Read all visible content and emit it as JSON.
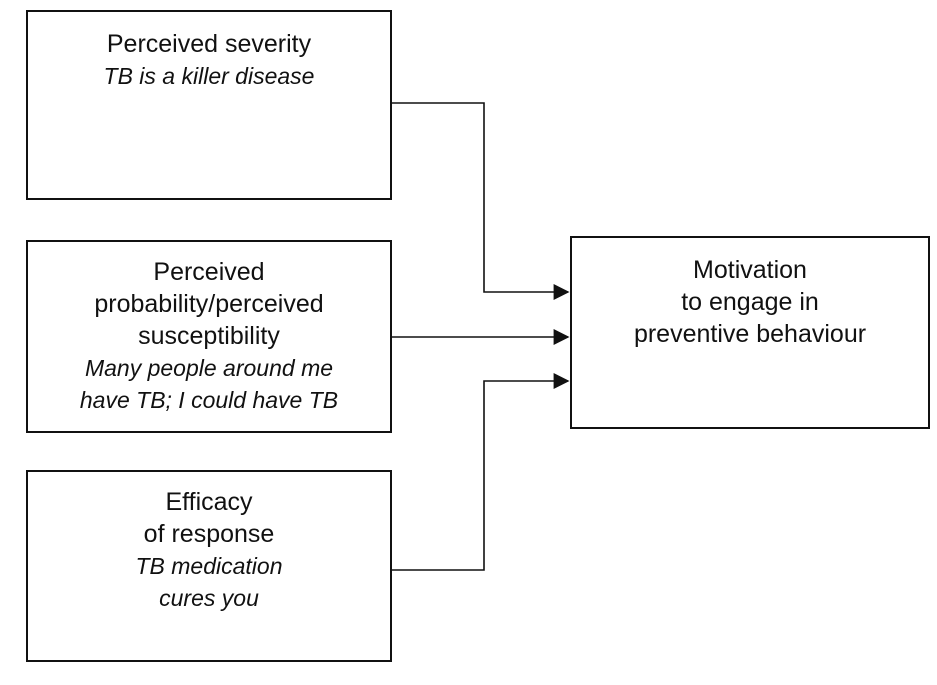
{
  "boxes": {
    "severity": {
      "title": "Perceived severity",
      "example": "TB is a killer disease"
    },
    "probability": {
      "title_line1": "Perceived",
      "title_line2": "probability/perceived",
      "title_line3": "susceptibility",
      "example_line1": "Many people around me",
      "example_line2": "have TB; I could have TB"
    },
    "efficacy": {
      "title_line1": "Efficacy",
      "title_line2": "of response",
      "example_line1": "TB medication",
      "example_line2": "cures you"
    },
    "motivation": {
      "line1": "Motivation",
      "line2": "to engage in",
      "line3": "preventive behaviour"
    }
  },
  "colors": {
    "stroke": "#111111",
    "background": "#ffffff"
  }
}
